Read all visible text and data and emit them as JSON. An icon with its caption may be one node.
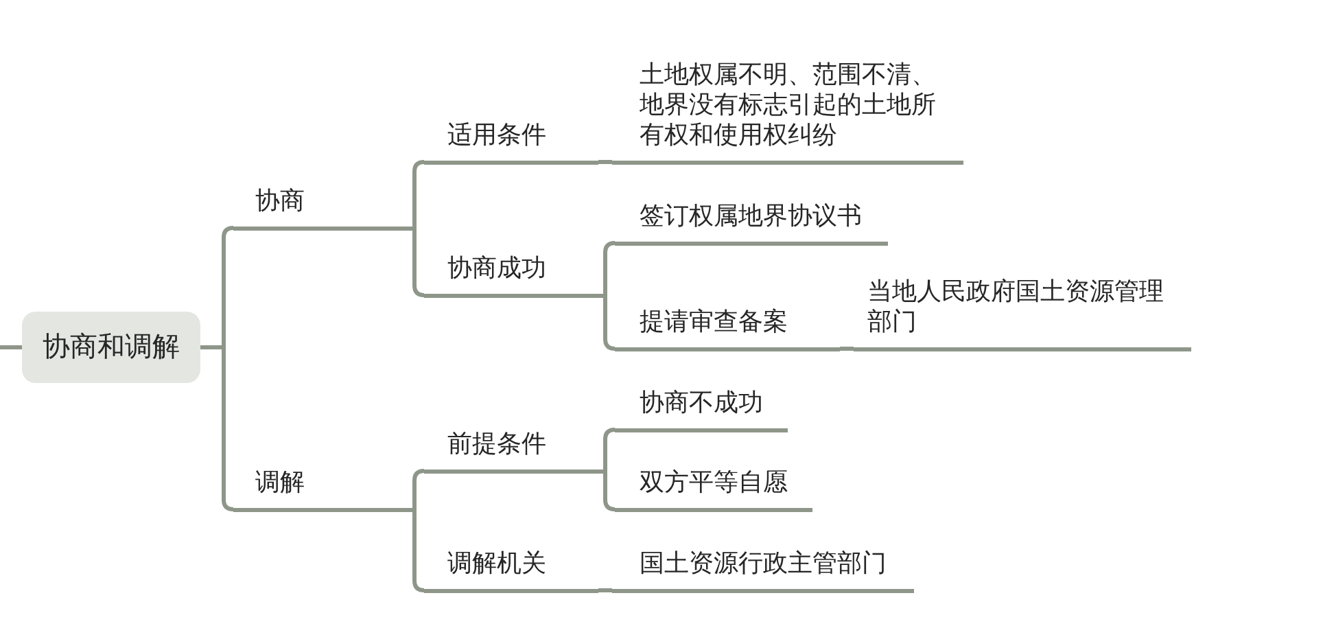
{
  "diagram": {
    "nodes": [
      {
        "text": [
          "协商和调解"
        ]
      },
      {
        "text": [
          "协商"
        ]
      },
      {
        "text": [
          "适用条件"
        ]
      },
      {
        "text": [
          "土地权属不明、范围不清、地界没有标志引起的土地所有权和使用权纠纷"
        ]
      },
      {
        "text": [
          "协商成功"
        ]
      },
      {
        "text": [
          "签订权属地界协议书"
        ]
      },
      {
        "text": [
          "提请审查备案"
        ]
      },
      {
        "text": [
          "当地人民政府国土资源管理部门"
        ]
      },
      {
        "text": [
          "调解"
        ]
      },
      {
        "text": [
          "前提条件"
        ]
      },
      {
        "text": [
          "协商不成功"
        ]
      },
      {
        "text": [
          "双方平等自愿"
        ]
      },
      {
        "text": [
          "调解机关"
        ]
      },
      {
        "text": [
          "国土资源行政主管部门"
        ]
      }
    ],
    "edges": [
      {
        "from": null,
        "to": 0,
        "arrow": "none"
      },
      {
        "from": 0,
        "to": 1,
        "arrow": "none"
      },
      {
        "from": 1,
        "to": 2,
        "arrow": "none"
      },
      {
        "from": 2,
        "to": 3,
        "arrow": "none"
      },
      {
        "from": 1,
        "to": 4,
        "arrow": "none"
      },
      {
        "from": 4,
        "to": 5,
        "arrow": "none"
      },
      {
        "from": 4,
        "to": 6,
        "arrow": "none"
      },
      {
        "from": 6,
        "to": 7,
        "arrow": "none"
      },
      {
        "from": 0,
        "to": 8,
        "arrow": "none"
      },
      {
        "from": 8,
        "to": 9,
        "arrow": "none"
      },
      {
        "from": 9,
        "to": 10,
        "arrow": "none"
      },
      {
        "from": 9,
        "to": 11,
        "arrow": "none"
      },
      {
        "from": 8,
        "to": 12,
        "arrow": "none"
      },
      {
        "from": 12,
        "to": 13,
        "arrow": "none"
      }
    ]
  }
}
